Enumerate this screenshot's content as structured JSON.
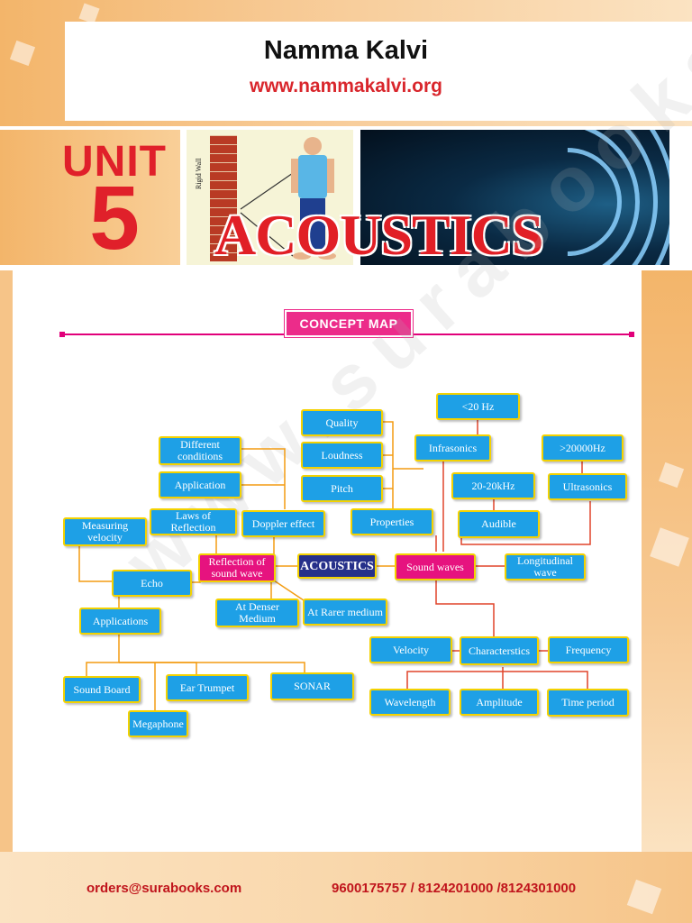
{
  "header": {
    "title": "Namma Kalvi",
    "url": "www.nammakalvi.org"
  },
  "unit": {
    "word": "UNIT",
    "number": "5"
  },
  "chapter_title": "ACOUSTICS",
  "illustration_label": "Rigid Wall",
  "concept_map": {
    "label": "CONCEPT MAP",
    "nodes": {
      "lt20": "<20 Hz",
      "quality": "Quality",
      "infrasonics": "Infrasonics",
      "gt20000": ">20000Hz",
      "different_conditions": "Different conditions",
      "loudness": "Loudness",
      "application": "Application",
      "pitch": "Pitch",
      "r20k": "20-20kHz",
      "ultrasonics": "Ultrasonics",
      "measuring_velocity": "Measuring velocity",
      "laws_of_reflection": "Laws of Reflection",
      "doppler": "Doppler effect",
      "properties": "Properties",
      "audible": "Audible",
      "reflection": "Reflection of sound wave",
      "acoustics": "ACOUSTICS",
      "sound_waves": "Sound waves",
      "longitudinal": "Longitudinal wave",
      "echo": "Echo",
      "denser": "At Denser Medium",
      "rarer": "At Rarer medium",
      "applications": "Applications",
      "velocity": "Velocity",
      "characteristics": "Characterstics",
      "frequency": "Frequency",
      "sound_board": "Sound Board",
      "ear_trumpet": "Ear Trumpet",
      "sonar": "SONAR",
      "wavelength": "Wavelength",
      "amplitude": "Amplitude",
      "time_period": "Time period",
      "megaphone": "Megaphone"
    }
  },
  "footer": {
    "email": "orders@surabooks.com",
    "phones": "9600175757 / 8124201000 /8124301000"
  },
  "watermark": "www.surabooks.com",
  "colors": {
    "node": "#1ea0e6",
    "node_border": "#f4d200",
    "pink": "#e6137f",
    "navy": "#26308a",
    "red": "#e0202a",
    "link_orange": "#f39c12",
    "link_red": "#e0442a"
  }
}
